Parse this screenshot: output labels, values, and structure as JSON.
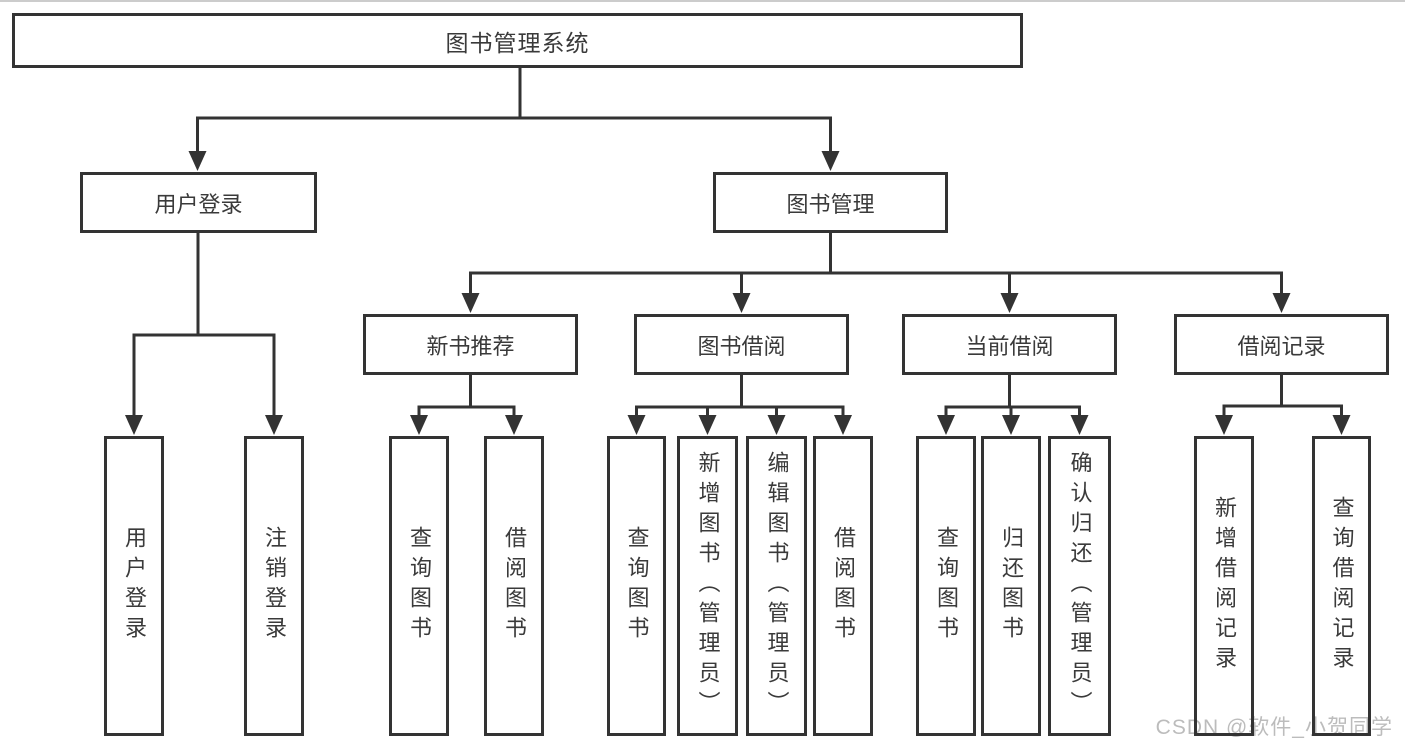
{
  "tree": {
    "root": "图书管理系统",
    "user_login": {
      "label": "用户登录",
      "children": [
        "用户登录",
        "注销登录"
      ]
    },
    "book_mgmt": {
      "label": "图书管理",
      "sections": [
        {
          "label": "新书推荐",
          "children": [
            "查询图书",
            "借阅图书"
          ]
        },
        {
          "label": "图书借阅",
          "children": [
            "查询图书",
            "新增图书（管理员）",
            "编辑图书（管理员）",
            "借阅图书"
          ]
        },
        {
          "label": "当前借阅",
          "children": [
            "查询图书",
            "归还图书",
            "确认归还（管理员）"
          ]
        },
        {
          "label": "借阅记录",
          "children": [
            "新增借阅记录",
            "查询借阅记录"
          ]
        }
      ]
    }
  },
  "watermark": "CSDN @软件_小贺同学",
  "colors": {
    "line": "#333333",
    "text": "#3a3a3a",
    "watermark": "#bcbcbc",
    "background": "#ffffff"
  }
}
